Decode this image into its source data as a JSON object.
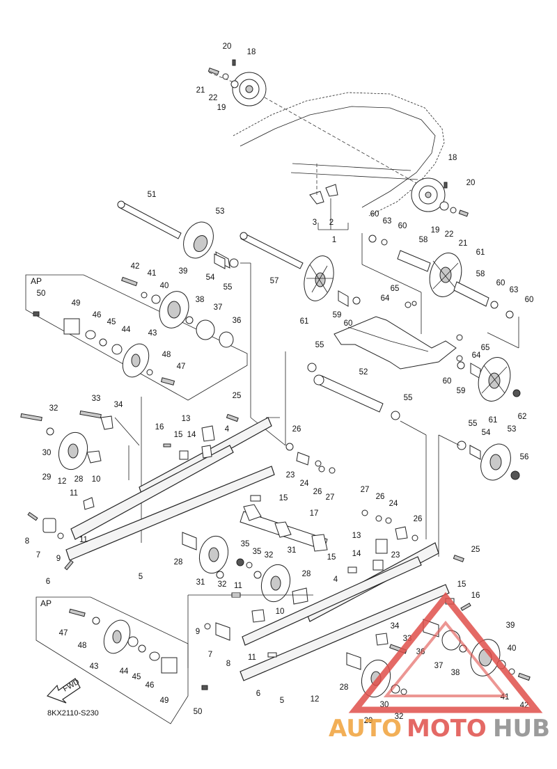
{
  "diagram": {
    "code": "8KX2110-S230",
    "fwd_label": "FWD",
    "ap_label": "AP",
    "colors": {
      "line": "#222222",
      "watermark_red": "#e0504b",
      "watermark_orange": "#f0a23a",
      "watermark_gray": "#8a8a8a"
    }
  },
  "labels": [
    {
      "id": "l20a",
      "text": "20"
    },
    {
      "id": "l18a",
      "text": "18"
    },
    {
      "id": "l21a",
      "text": "21"
    },
    {
      "id": "l22a",
      "text": "22"
    },
    {
      "id": "l19a",
      "text": "19"
    },
    {
      "id": "l18b",
      "text": "18"
    },
    {
      "id": "l20b",
      "text": "20"
    },
    {
      "id": "l19b",
      "text": "19"
    },
    {
      "id": "l22b",
      "text": "22"
    },
    {
      "id": "l21b",
      "text": "21"
    },
    {
      "id": "l3",
      "text": "3"
    },
    {
      "id": "l2",
      "text": "2"
    },
    {
      "id": "l1",
      "text": "1"
    },
    {
      "id": "l51",
      "text": "51"
    },
    {
      "id": "l53a",
      "text": "53"
    },
    {
      "id": "l54a",
      "text": "54"
    },
    {
      "id": "l55a",
      "text": "55"
    },
    {
      "id": "l57",
      "text": "57"
    },
    {
      "id": "l42a",
      "text": "42"
    },
    {
      "id": "l41a",
      "text": "41"
    },
    {
      "id": "l39a",
      "text": "39"
    },
    {
      "id": "l40a",
      "text": "40"
    },
    {
      "id": "l38a",
      "text": "38"
    },
    {
      "id": "l37a",
      "text": "37"
    },
    {
      "id": "l36a",
      "text": "36"
    },
    {
      "id": "l60a",
      "text": "60"
    },
    {
      "id": "l63a",
      "text": "63"
    },
    {
      "id": "l60b",
      "text": "60"
    },
    {
      "id": "l58a",
      "text": "58"
    },
    {
      "id": "l61a",
      "text": "61"
    },
    {
      "id": "l58b",
      "text": "58"
    },
    {
      "id": "l60c",
      "text": "60"
    },
    {
      "id": "l63b",
      "text": "63"
    },
    {
      "id": "l60d",
      "text": "60"
    },
    {
      "id": "l65a",
      "text": "65"
    },
    {
      "id": "l64a",
      "text": "64"
    },
    {
      "id": "l59a",
      "text": "59"
    },
    {
      "id": "l60e",
      "text": "60"
    },
    {
      "id": "l61b",
      "text": "61"
    },
    {
      "id": "l50a",
      "text": "50"
    },
    {
      "id": "l49a",
      "text": "49"
    },
    {
      "id": "l46a",
      "text": "46"
    },
    {
      "id": "l45a",
      "text": "45"
    },
    {
      "id": "l44a",
      "text": "44"
    },
    {
      "id": "l43a",
      "text": "43"
    },
    {
      "id": "l48a",
      "text": "48"
    },
    {
      "id": "l47a",
      "text": "47"
    },
    {
      "id": "l55b",
      "text": "55"
    },
    {
      "id": "l52",
      "text": "52"
    },
    {
      "id": "l55c",
      "text": "55"
    },
    {
      "id": "l65b",
      "text": "65"
    },
    {
      "id": "l64b",
      "text": "64"
    },
    {
      "id": "l60f",
      "text": "60"
    },
    {
      "id": "l59b",
      "text": "59"
    },
    {
      "id": "l61c",
      "text": "61"
    },
    {
      "id": "l62",
      "text": "62"
    },
    {
      "id": "l32a",
      "text": "32"
    },
    {
      "id": "l33a",
      "text": "33"
    },
    {
      "id": "l34a",
      "text": "34"
    },
    {
      "id": "l30a",
      "text": "30"
    },
    {
      "id": "l29a",
      "text": "29"
    },
    {
      "id": "l28a",
      "text": "28"
    },
    {
      "id": "l10a",
      "text": "10"
    },
    {
      "id": "l12a",
      "text": "12"
    },
    {
      "id": "l11a",
      "text": "11"
    },
    {
      "id": "l25a",
      "text": "25"
    },
    {
      "id": "l13a",
      "text": "13"
    },
    {
      "id": "l16a",
      "text": "16"
    },
    {
      "id": "l15a",
      "text": "15"
    },
    {
      "id": "l14a",
      "text": "14"
    },
    {
      "id": "l4a",
      "text": "4"
    },
    {
      "id": "l26a",
      "text": "26"
    },
    {
      "id": "l23a",
      "text": "23"
    },
    {
      "id": "l24a",
      "text": "24"
    },
    {
      "id": "l26b",
      "text": "26"
    },
    {
      "id": "l27a",
      "text": "27"
    },
    {
      "id": "l55d",
      "text": "55"
    },
    {
      "id": "l54b",
      "text": "54"
    },
    {
      "id": "l53b",
      "text": "53"
    },
    {
      "id": "l56",
      "text": "56"
    },
    {
      "id": "l15b",
      "text": "15"
    },
    {
      "id": "l17",
      "text": "17"
    },
    {
      "id": "l8a",
      "text": "8"
    },
    {
      "id": "l7a",
      "text": "7"
    },
    {
      "id": "l9a",
      "text": "9"
    },
    {
      "id": "l11b",
      "text": "11"
    },
    {
      "id": "l6a",
      "text": "6"
    },
    {
      "id": "l5a",
      "text": "5"
    },
    {
      "id": "l28b",
      "text": "28"
    },
    {
      "id": "l35a",
      "text": "35"
    },
    {
      "id": "l35b",
      "text": "35"
    },
    {
      "id": "l32b",
      "text": "32"
    },
    {
      "id": "l31a",
      "text": "31"
    },
    {
      "id": "l31b",
      "text": "31"
    },
    {
      "id": "l32c",
      "text": "32"
    },
    {
      "id": "l11c",
      "text": "11"
    },
    {
      "id": "l28c",
      "text": "28"
    },
    {
      "id": "l10b",
      "text": "10"
    },
    {
      "id": "l27b",
      "text": "27"
    },
    {
      "id": "l26c",
      "text": "26"
    },
    {
      "id": "l24b",
      "text": "24"
    },
    {
      "id": "l26d",
      "text": "26"
    },
    {
      "id": "l13b",
      "text": "13"
    },
    {
      "id": "l23b",
      "text": "23"
    },
    {
      "id": "l25b",
      "text": "25"
    },
    {
      "id": "l14b",
      "text": "14"
    },
    {
      "id": "l15c",
      "text": "15"
    },
    {
      "id": "l4b",
      "text": "4"
    },
    {
      "id": "l47b",
      "text": "47"
    },
    {
      "id": "l48b",
      "text": "48"
    },
    {
      "id": "l43b",
      "text": "43"
    },
    {
      "id": "l44b",
      "text": "44"
    },
    {
      "id": "l45b",
      "text": "45"
    },
    {
      "id": "l46b",
      "text": "46"
    },
    {
      "id": "l49b",
      "text": "49"
    },
    {
      "id": "l50b",
      "text": "50"
    },
    {
      "id": "l9b",
      "text": "9"
    },
    {
      "id": "l7b",
      "text": "7"
    },
    {
      "id": "l8b",
      "text": "8"
    },
    {
      "id": "l11d",
      "text": "11"
    },
    {
      "id": "l6b",
      "text": "6"
    },
    {
      "id": "l5b",
      "text": "5"
    },
    {
      "id": "l12b",
      "text": "12"
    },
    {
      "id": "l28d",
      "text": "28"
    },
    {
      "id": "l34b",
      "text": "34"
    },
    {
      "id": "l33b",
      "text": "33"
    },
    {
      "id": "l36b",
      "text": "36"
    },
    {
      "id": "l37b",
      "text": "37"
    },
    {
      "id": "l38b",
      "text": "38"
    },
    {
      "id": "l39b",
      "text": "39"
    },
    {
      "id": "l40b",
      "text": "40"
    },
    {
      "id": "l41b",
      "text": "41"
    },
    {
      "id": "l42b",
      "text": "42"
    },
    {
      "id": "l15d",
      "text": "15"
    },
    {
      "id": "l16b",
      "text": "16"
    },
    {
      "id": "l29b",
      "text": "29"
    },
    {
      "id": "l30b",
      "text": "30"
    },
    {
      "id": "l32d",
      "text": "32"
    }
  ],
  "watermark": {
    "part1": "AUTO",
    "part2": "MOTO",
    "part3": "HUB"
  }
}
